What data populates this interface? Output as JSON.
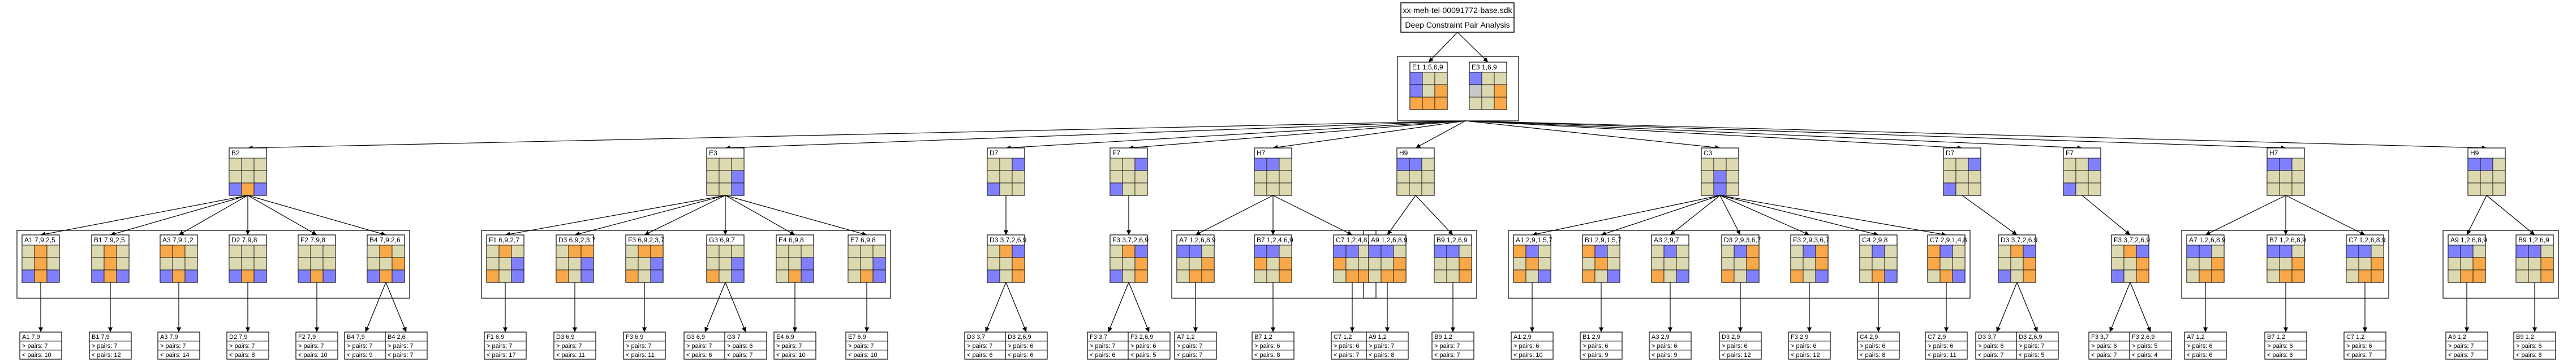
{
  "root": {
    "title": "xx-meh-tel-00091772-base.sdk",
    "subtitle": "Deep Constraint Pair Analysis"
  },
  "top_nodes": [
    {
      "label": "E1 1,5,6,9",
      "cells": [
        "u",
        "w",
        "",
        "u",
        "w",
        "o",
        "o",
        "o",
        "o"
      ]
    },
    {
      "label": "E3 1,6,9",
      "cells": [
        "u",
        "w",
        "",
        "g",
        "w",
        "o",
        "",
        "",
        "o"
      ]
    }
  ],
  "level2": [
    {
      "label": "B2",
      "cells": [
        "",
        "",
        "",
        "",
        "",
        "",
        "u",
        "o",
        "u"
      ]
    },
    {
      "label": "E3",
      "cells": [
        "",
        "",
        "",
        "",
        "",
        "u",
        "",
        "",
        "u"
      ]
    },
    {
      "label": "D7",
      "cells": [
        "",
        "",
        "u",
        "",
        "",
        "",
        "u",
        "",
        ""
      ]
    },
    {
      "label": "F7",
      "cells": [
        "",
        "",
        "u",
        "",
        "",
        "",
        "u",
        "",
        ""
      ]
    },
    {
      "label": "H7",
      "cells": [
        "u",
        "u",
        "",
        "",
        "",
        "",
        "",
        "",
        ""
      ]
    },
    {
      "label": "H9",
      "cells": [
        "u",
        "u",
        "",
        "",
        "",
        "",
        "",
        "",
        ""
      ]
    },
    {
      "label": "C3",
      "cells": [
        "",
        "",
        "",
        "",
        "u",
        "",
        "",
        "u",
        ""
      ]
    },
    {
      "label": "D7",
      "cells": [
        "",
        "",
        "u",
        "",
        "",
        "",
        "u",
        "",
        ""
      ]
    },
    {
      "label": "F7",
      "cells": [
        "",
        "",
        "u",
        "",
        "",
        "",
        "u",
        "",
        ""
      ]
    },
    {
      "label": "H7",
      "cells": [
        "u",
        "u",
        "",
        "",
        "",
        "",
        "",
        "",
        ""
      ]
    },
    {
      "label": "H9",
      "cells": [
        "u",
        "u",
        "",
        "",
        "",
        "",
        "",
        "",
        ""
      ]
    }
  ],
  "groups": [
    {
      "parent": 0,
      "nodes": [
        {
          "label": "A1 7,9,2,5",
          "cells": [
            "",
            "o",
            "",
            "",
            "o",
            "",
            "u",
            "o",
            "u"
          ]
        },
        {
          "label": "B1 7,9,2,5",
          "cells": [
            "",
            "o",
            "",
            "",
            "o",
            "",
            "u",
            "o",
            "u"
          ]
        },
        {
          "label": "A3 7,9,1,2",
          "cells": [
            "o",
            "o",
            "",
            "",
            "",
            "",
            "u",
            "o",
            "u"
          ]
        },
        {
          "label": "D2 7,9,8",
          "cells": [
            "",
            "",
            "",
            "",
            "",
            "",
            "u",
            "o",
            "u"
          ]
        },
        {
          "label": "F2 7,9,8",
          "cells": [
            "",
            "",
            "",
            "",
            "",
            "",
            "u",
            "o",
            "u"
          ]
        },
        {
          "label": "B4 7,9,2,6",
          "cells": [
            "",
            "o",
            "",
            "",
            "",
            "o",
            "u",
            "o",
            "u"
          ]
        }
      ]
    },
    {
      "parent": 1,
      "nodes": [
        {
          "label": "F1 6,9,2,7",
          "cells": [
            "",
            "o",
            "",
            "",
            "",
            "u",
            "o",
            "",
            "u"
          ]
        },
        {
          "label": "D3 6,9,2,3,7",
          "cells": [
            "",
            "o",
            "o",
            "",
            "",
            "u",
            "o",
            "",
            "u"
          ]
        },
        {
          "label": "F3 6,9,2,3,7",
          "cells": [
            "",
            "o",
            "o",
            "",
            "",
            "u",
            "o",
            "",
            "u"
          ]
        },
        {
          "label": "G3 6,9,7",
          "cells": [
            "",
            "",
            "",
            "",
            "",
            "u",
            "o",
            "",
            "u"
          ]
        },
        {
          "label": "E4 6,9,8",
          "cells": [
            "",
            "",
            "",
            "",
            "",
            "u",
            "",
            "o",
            "u"
          ]
        },
        {
          "label": "E7 6,9,8",
          "cells": [
            "",
            "",
            "",
            "",
            "",
            "u",
            "",
            "o",
            "u"
          ]
        }
      ]
    },
    {
      "parent": 2,
      "nodes": [
        {
          "label": "D3 3,7,2,6,9",
          "cells": [
            "",
            "o",
            "u",
            "",
            "",
            "o",
            "u",
            "",
            "o"
          ]
        }
      ]
    },
    {
      "parent": 3,
      "nodes": [
        {
          "label": "F3 3,7,2,6,9",
          "cells": [
            "",
            "o",
            "u",
            "",
            "",
            "o",
            "u",
            "",
            "o"
          ]
        }
      ]
    },
    {
      "parent": 4,
      "nodes": [
        {
          "label": "A7 1,2,6,8,9",
          "cells": [
            "u",
            "u",
            "",
            "",
            "",
            "o",
            "",
            "o",
            "o"
          ]
        },
        {
          "label": "B7 1,2,4,6,9",
          "cells": [
            "u",
            "u",
            "",
            "o",
            "",
            "o",
            "",
            "",
            "o"
          ]
        },
        {
          "label": "C7 1,2,4,8,9",
          "cells": [
            "u",
            "u",
            "",
            "o",
            "",
            "",
            "",
            "o",
            "o"
          ]
        }
      ]
    },
    {
      "parent": 5,
      "nodes": [
        {
          "label": "A9 1,2,6,8,9",
          "cells": [
            "u",
            "u",
            "",
            "",
            "",
            "o",
            "",
            "o",
            "o"
          ]
        },
        {
          "label": "B9 1,2,6,9",
          "cells": [
            "u",
            "u",
            "",
            "",
            "",
            "o",
            "",
            "",
            "o"
          ]
        }
      ]
    },
    {
      "parent": 6,
      "nodes": [
        {
          "label": "A1 2,9,1,5,7",
          "cells": [
            "o",
            "u",
            "",
            "",
            "o",
            "",
            "o",
            "",
            "u"
          ]
        },
        {
          "label": "B1 2,9,1,5,7",
          "cells": [
            "o",
            "u",
            "",
            "",
            "o",
            "",
            "o",
            "",
            "u"
          ]
        },
        {
          "label": "A3 2,9,7",
          "cells": [
            "",
            "u",
            "",
            "",
            "",
            "",
            "o",
            "",
            "u"
          ]
        },
        {
          "label": "D3 2,9,3,6,7",
          "cells": [
            "",
            "u",
            "o",
            "",
            "",
            "o",
            "o",
            "",
            "u"
          ]
        },
        {
          "label": "F3 2,9,3,6,7",
          "cells": [
            "",
            "u",
            "o",
            "",
            "",
            "o",
            "o",
            "",
            "u"
          ]
        },
        {
          "label": "C4 2,9,8",
          "cells": [
            "",
            "u",
            "",
            "",
            "",
            "",
            "",
            "o",
            "u"
          ]
        },
        {
          "label": "C7 2,9,1,4,8",
          "cells": [
            "o",
            "u",
            "",
            "o",
            "",
            "",
            "",
            "o",
            "u"
          ]
        }
      ]
    },
    {
      "parent": 7,
      "nodes": [
        {
          "label": "D3 3,7,2,6,9",
          "cells": [
            "",
            "o",
            "u",
            "",
            "",
            "o",
            "u",
            "",
            "o"
          ]
        }
      ]
    },
    {
      "parent": 8,
      "nodes": [
        {
          "label": "F3 3,7,2,6,9",
          "cells": [
            "",
            "o",
            "u",
            "",
            "",
            "o",
            "u",
            "",
            "o"
          ]
        }
      ]
    },
    {
      "parent": 9,
      "nodes": [
        {
          "label": "A7 1,2,6,8,9",
          "cells": [
            "u",
            "u",
            "",
            "",
            "",
            "o",
            "",
            "o",
            "o"
          ]
        },
        {
          "label": "B7 1,2,6,8,9",
          "cells": [
            "u",
            "u",
            "",
            "",
            "",
            "o",
            "",
            "o",
            "o"
          ]
        },
        {
          "label": "C7 1,2,6,8,9",
          "cells": [
            "u",
            "u",
            "",
            "",
            "",
            "o",
            "",
            "o",
            "o"
          ]
        }
      ]
    },
    {
      "parent": 10,
      "nodes": [
        {
          "label": "A9 1,2,6,8,9",
          "cells": [
            "u",
            "u",
            "",
            "",
            "",
            "o",
            "",
            "o",
            "o"
          ]
        },
        {
          "label": "B9 1,2,6,9",
          "cells": [
            "u",
            "u",
            "",
            "",
            "",
            "o",
            "",
            "",
            "o"
          ]
        }
      ]
    }
  ],
  "leaves": [
    {
      "label": "A1 7,9",
      "l2": "> pairs: 7",
      "l3": "< pairs: 10"
    },
    {
      "label": "B1 7,9",
      "l2": "> pairs: 7",
      "l3": "< pairs: 12"
    },
    {
      "label": "A3 7,9",
      "l2": "> pairs: 7",
      "l3": "< pairs: 14"
    },
    {
      "label": "D2 7,9",
      "l2": "> pairs: 7",
      "l3": "< pairs: 8"
    },
    {
      "label": "F2 7,9",
      "l2": "> pairs: 7",
      "l3": "< pairs: 10"
    },
    {
      "label": "B4 7,9",
      "l2": "> pairs: 7",
      "l3": "< pairs: 9"
    },
    {
      "label": "B4 2,6",
      "l2": "> pairs: 7",
      "l3": "< pairs: 7"
    },
    {
      "label": "F1 6,9",
      "l2": "> pairs: 7",
      "l3": "< pairs: 17"
    },
    {
      "label": "D3 6,9",
      "l2": "> pairs: 7",
      "l3": "< pairs: 11"
    },
    {
      "label": "F3 6,9",
      "l2": "> pairs: 7",
      "l3": "< pairs: 11"
    },
    {
      "label": "G3 6,9",
      "l2": "> pairs: 7",
      "l3": "< pairs: 6"
    },
    {
      "label": "G3 7",
      "l2": "> pairs: 6",
      "l3": "< pairs: 7"
    },
    {
      "label": "E4 6,9",
      "l2": "> pairs: 7",
      "l3": "< pairs: 10"
    },
    {
      "label": "E7 6,9",
      "l2": "> pairs: 7",
      "l3": "< pairs: 10"
    },
    {
      "label": "D3 3,7",
      "l2": "> pairs: 7",
      "l3": "< pairs: 6"
    },
    {
      "label": "D3 2,6,9",
      "l2": "> pairs: 6",
      "l3": "< pairs: 6"
    },
    {
      "label": "F3 3,7",
      "l2": "> pairs: 7",
      "l3": "< pairs: 6"
    },
    {
      "label": "F3 2,6,9",
      "l2": "> pairs: 6",
      "l3": "< pairs: 5"
    },
    {
      "label": "A7 1,2",
      "l2": "> pairs: 7",
      "l3": "< pairs: 7"
    },
    {
      "label": "B7 1,2",
      "l2": "> pairs: 6",
      "l3": "< pairs: 8"
    },
    {
      "label": "C7 1,2",
      "l2": "> pairs: 6",
      "l3": "< pairs: 7"
    },
    {
      "label": "A9 1,2",
      "l2": "> pairs: 7",
      "l3": "< pairs: 8"
    },
    {
      "label": "B9 1,2",
      "l2": "> pairs: 7",
      "l3": "< pairs: 7"
    },
    {
      "label": "A1 2,9",
      "l2": "> pairs: 6",
      "l3": "< pairs: 10"
    },
    {
      "label": "B1 2,9",
      "l2": "> pairs: 6",
      "l3": "< pairs: 9"
    },
    {
      "label": "A3 2,9",
      "l2": "> pairs: 6",
      "l3": "< pairs: 9"
    },
    {
      "label": "D3 2,9",
      "l2": "> pairs: 6",
      "l3": "< pairs: 12"
    },
    {
      "label": "F3 2,9",
      "l2": "> pairs: 6",
      "l3": "< pairs: 12"
    },
    {
      "label": "C4 2,9",
      "l2": "> pairs: 6",
      "l3": "< pairs: 8"
    },
    {
      "label": "C7 2,9",
      "l2": "> pairs: 6",
      "l3": "< pairs: 11"
    },
    {
      "label": "D3 3,7",
      "l2": "> pairs: 6",
      "l3": "< pairs: 7"
    },
    {
      "label": "D3 2,6,9",
      "l2": "> pairs: 7",
      "l3": "< pairs: 5"
    },
    {
      "label": "F3 3,7",
      "l2": "> pairs: 6",
      "l3": "< pairs: 7"
    },
    {
      "label": "F3 2,6,9",
      "l2": "> pairs: 5",
      "l3": "< pairs: 4"
    },
    {
      "label": "A7 1,2",
      "l2": "> pairs: 6",
      "l3": "< pairs: 6"
    },
    {
      "label": "B7 1,2",
      "l2": "> pairs: 6",
      "l3": "< pairs: 6"
    },
    {
      "label": "C7 1,2",
      "l2": "> pairs: 6",
      "l3": "< pairs: 7"
    },
    {
      "label": "A9 1,2",
      "l2": "> pairs: 7",
      "l3": "< pairs: 7"
    },
    {
      "label": "B9 1,2",
      "l2": "> pairs: 6",
      "l3": "< pairs: 8"
    }
  ],
  "colors": {
    "blue": "#8080ff",
    "orange": "#f8a848",
    "khaki": "#dcd8b0",
    "gray": "#c8c8c8",
    "line": "#000000"
  }
}
